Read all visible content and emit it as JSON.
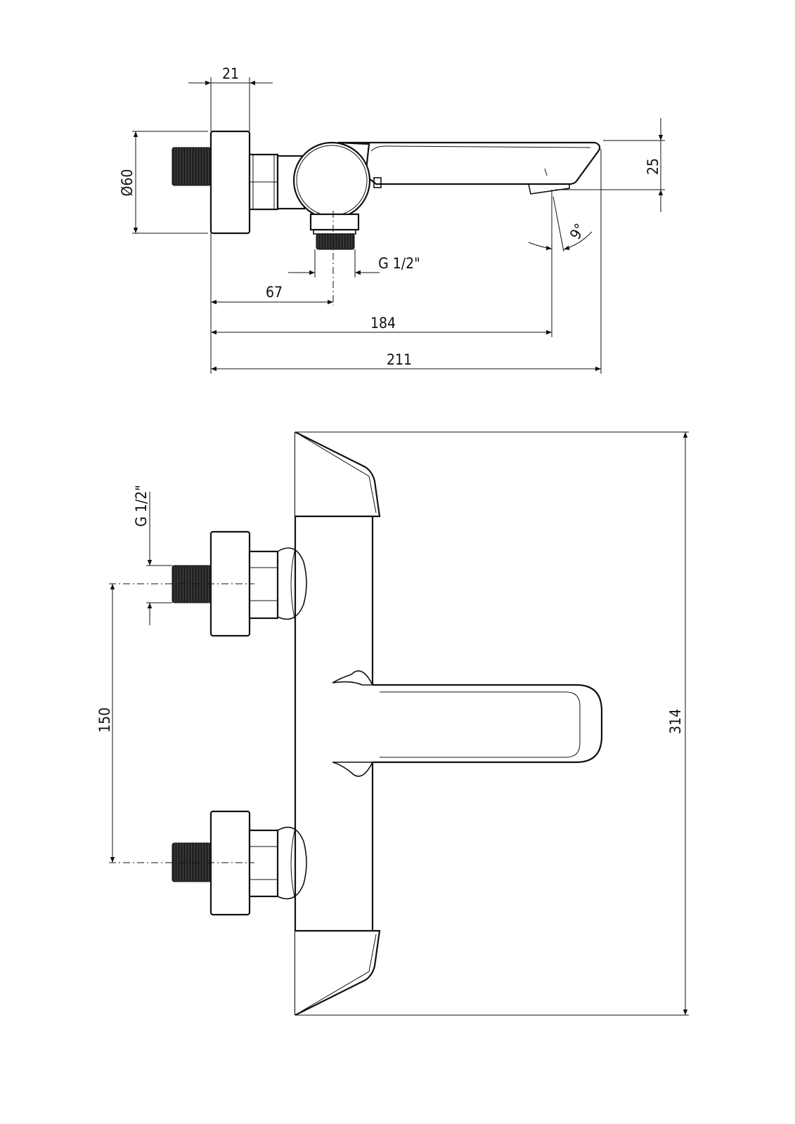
{
  "top_view": {
    "dim_flange_depth": "21",
    "dim_flange_diameter": "Ø60",
    "dim_spout_height": "25",
    "dim_angle": "9°",
    "dim_outlet_thread": "G 1/2\"",
    "dim_outlet_position": "67",
    "dim_spout_outlet": "184",
    "dim_total_length": "211"
  },
  "front_view": {
    "dim_inlet_thread": "G 1/2\"",
    "dim_inlet_spacing": "150",
    "dim_total_height": "314"
  },
  "colors": {
    "line": "#111111",
    "background": "#ffffff"
  }
}
